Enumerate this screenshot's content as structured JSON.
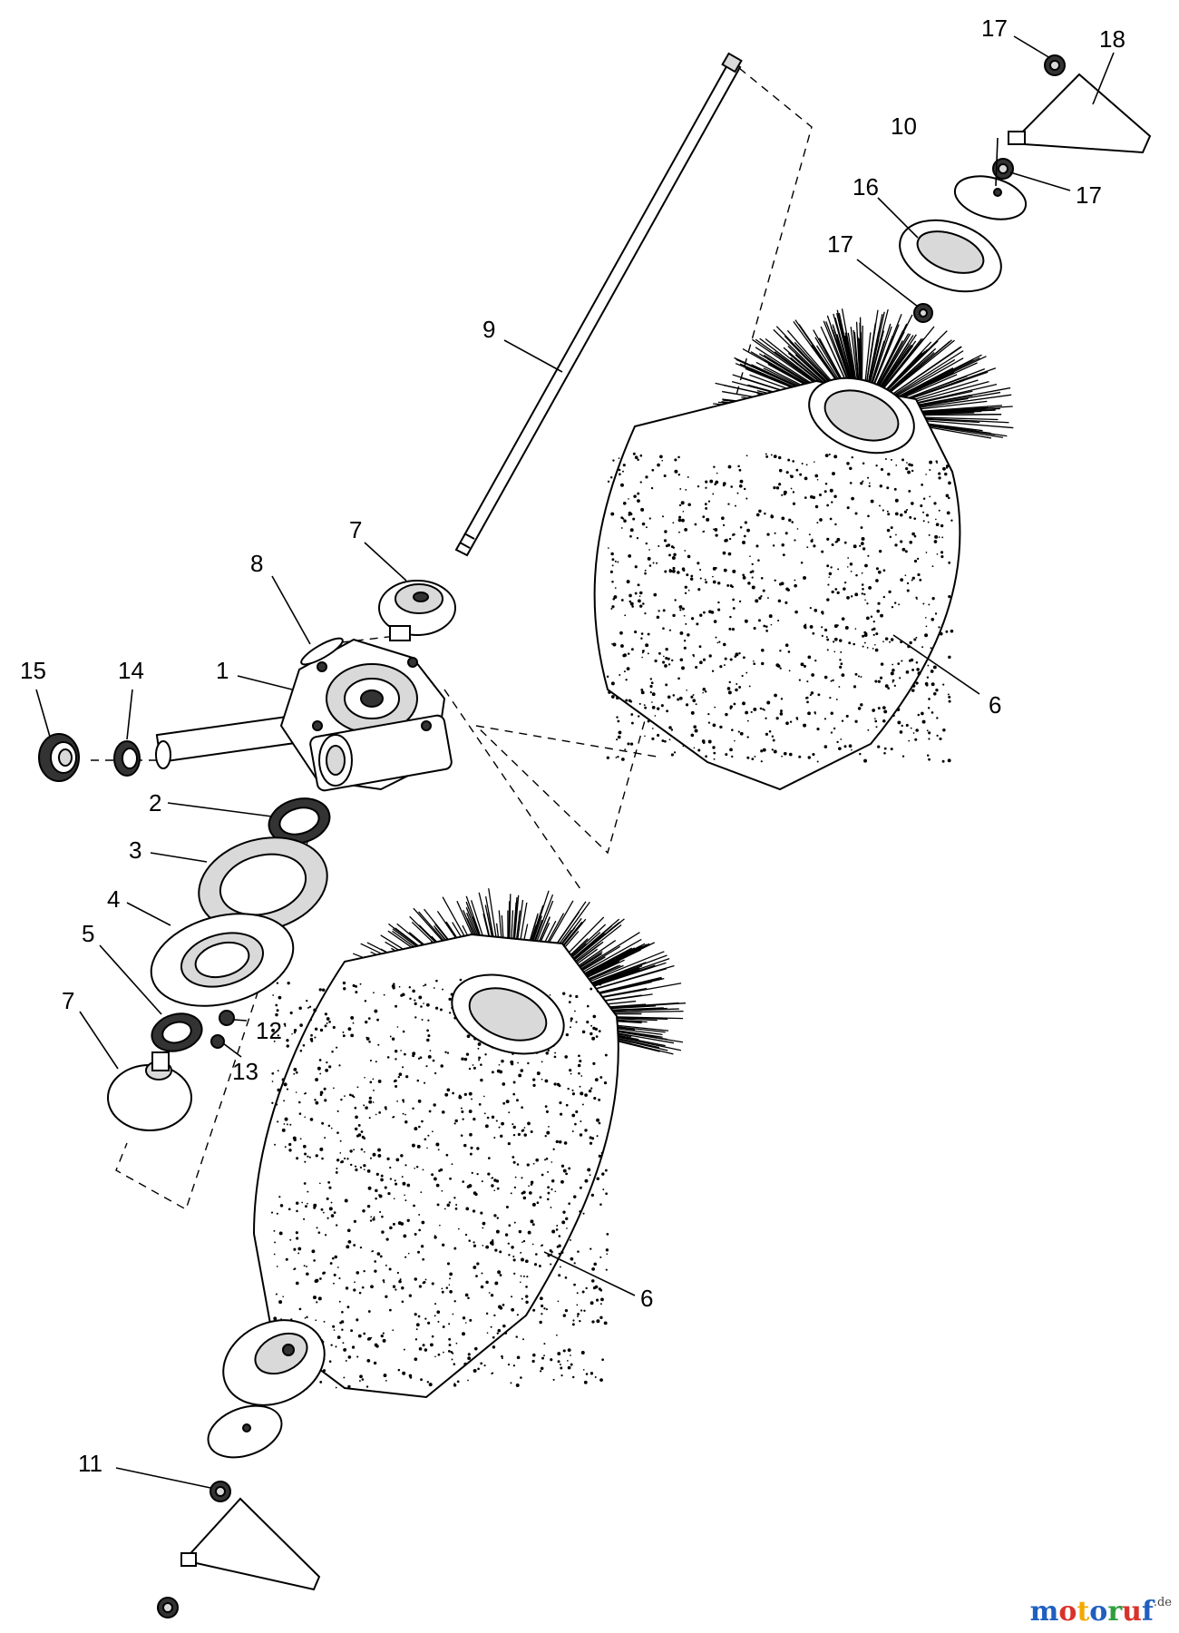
{
  "diagram": {
    "callouts": [
      {
        "id": "c15",
        "label": "15"
      },
      {
        "id": "c14",
        "label": "14"
      },
      {
        "id": "c1",
        "label": "1"
      },
      {
        "id": "c8",
        "label": "8"
      },
      {
        "id": "c7a",
        "label": "7"
      },
      {
        "id": "c9",
        "label": "9"
      },
      {
        "id": "c17a",
        "label": "17"
      },
      {
        "id": "c18",
        "label": "18"
      },
      {
        "id": "c10",
        "label": "10"
      },
      {
        "id": "c17b",
        "label": "17"
      },
      {
        "id": "c16",
        "label": "16"
      },
      {
        "id": "c17c",
        "label": "17"
      },
      {
        "id": "c6a",
        "label": "6"
      },
      {
        "id": "c2",
        "label": "2"
      },
      {
        "id": "c3",
        "label": "3"
      },
      {
        "id": "c4",
        "label": "4"
      },
      {
        "id": "c5",
        "label": "5"
      },
      {
        "id": "c7b",
        "label": "7"
      },
      {
        "id": "c12",
        "label": "12"
      },
      {
        "id": "c13",
        "label": "13"
      },
      {
        "id": "c6b",
        "label": "6"
      },
      {
        "id": "c11",
        "label": "11"
      }
    ]
  },
  "watermark": {
    "letters": [
      "m",
      "o",
      "t",
      "o",
      "r",
      "u",
      "f"
    ],
    "letter_colors": [
      "#1f5fbf",
      "#d9322b",
      "#f2a900",
      "#1f5fbf",
      "#2e9e3e",
      "#d9322b",
      "#1f5fbf"
    ],
    "suffix": ".de"
  }
}
